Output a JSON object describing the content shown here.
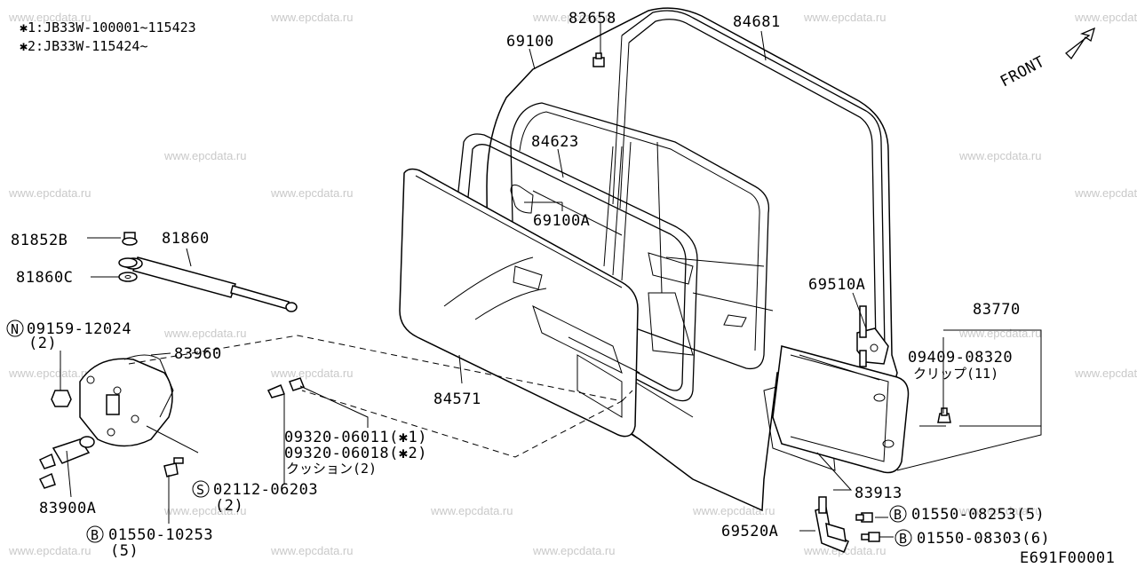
{
  "header": {
    "note1": "✱1:JB33W-100001~115423",
    "note2": "✱2:JB33W-115424~"
  },
  "front_label": "FRONT",
  "watermark": "www.epcdata.ru",
  "diagram_code": "E691F00001",
  "parts": {
    "p69100": "69100",
    "p82658": "82658",
    "p84681": "84681",
    "p84623": "84623",
    "p69100a": "69100A",
    "p81852b": "81852B",
    "p81860": "81860",
    "p81860c": "81860C",
    "p09159": "09159-12024",
    "p09159_qty": "(2)",
    "p83960": "83960",
    "p84571": "84571",
    "p69510a": "69510A",
    "p83770": "83770",
    "p09409": "09409-08320",
    "p09409_note": "クリップ(11)",
    "p09320_1": "09320-06011(✱1)",
    "p09320_2": "09320-06018(✱2)",
    "p09320_note": "クッション(2)",
    "p83913": "83913",
    "p02112": "02112-06203",
    "p02112_qty": "(2)",
    "p83900a": "83900A",
    "p01550_10253": "01550-10253",
    "p01550_10253_qty": "(5)",
    "p69520a": "69520A",
    "p01550_08253": "01550-08253(5)",
    "p01550_08303": "01550-08303(6)"
  },
  "prefix": {
    "n": "N",
    "s": "S",
    "b": "B"
  }
}
